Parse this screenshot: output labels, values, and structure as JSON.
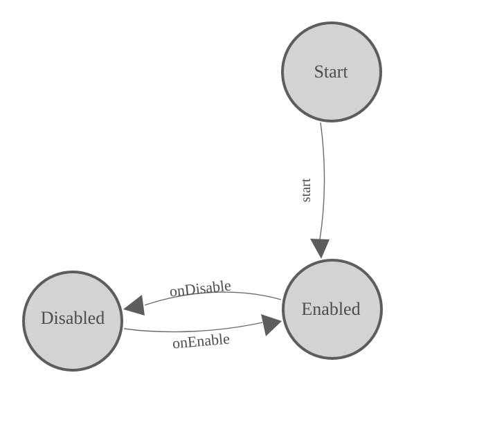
{
  "diagram": {
    "type": "state-machine",
    "nodes": [
      {
        "id": "start",
        "label": "Start"
      },
      {
        "id": "enabled",
        "label": "Enabled"
      },
      {
        "id": "disabled",
        "label": "Disabled"
      }
    ],
    "edges": [
      {
        "from": "Start",
        "to": "Enabled",
        "label": "start"
      },
      {
        "from": "Enabled",
        "to": "Disabled",
        "label": "onDisable"
      },
      {
        "from": "Disabled",
        "to": "Enabled",
        "label": "onEnable"
      }
    ]
  },
  "colors": {
    "background": "#ffffff",
    "node_fill": "#d3d3d3",
    "node_stroke": "#5d5d5d",
    "edge_stroke": "#6a6a6a",
    "arrow_fill": "#5d5d5d",
    "text": "#4d4d4d"
  }
}
